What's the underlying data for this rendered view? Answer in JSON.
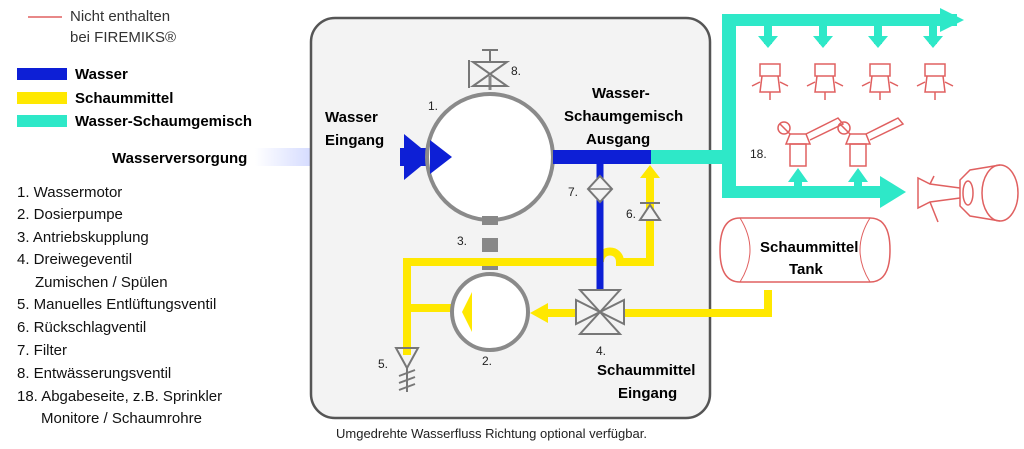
{
  "legend": {
    "not_included_line1": "Nicht enthalten",
    "not_included_line2": "bei FIREMIKS®",
    "water": "Wasser",
    "foam_agent": "Schaummittel",
    "mixture": "Wasser-Schaumgemisch",
    "colors": {
      "water": "#0d1fd6",
      "foam_agent": "#ffe800",
      "mixture": "#2ee8c8",
      "not_included": "#e06060"
    }
  },
  "labels": {
    "water_supply": "Wasserversorgung",
    "water_inlet_1": "Wasser",
    "water_inlet_2": "Eingang",
    "mix_out_1": "Wasser-",
    "mix_out_2": "Schaumgemisch",
    "mix_out_3": "Ausgang",
    "foam_tank_1": "Schaummittel",
    "foam_tank_2": "Tank",
    "foam_in_1": "Schaummittel",
    "foam_in_2": "Eingang",
    "caption": "Umgedrehte Wasserfluss Richtung optional verfügbar."
  },
  "numbers": {
    "n1": "1.",
    "n2": "2.",
    "n3": "3.",
    "n4": "4.",
    "n5": "5.",
    "n6": "6.",
    "n7": "7.",
    "n8": "8.",
    "n18": "18."
  },
  "components": [
    "1. Wassermotor",
    "2. Dosierpumpe",
    "3. Antriebskupplung",
    "4. Dreiwegeventil",
    "Zumischen / Spülen",
    "5. Manuelles Entlüftungsventil",
    "6. Rückschlagventil",
    "7. Filter",
    "8. Entwässerungsventil",
    "18. Abgabeseite, z.B. Sprinkler",
    "Monitore / Schaumrohre"
  ]
}
